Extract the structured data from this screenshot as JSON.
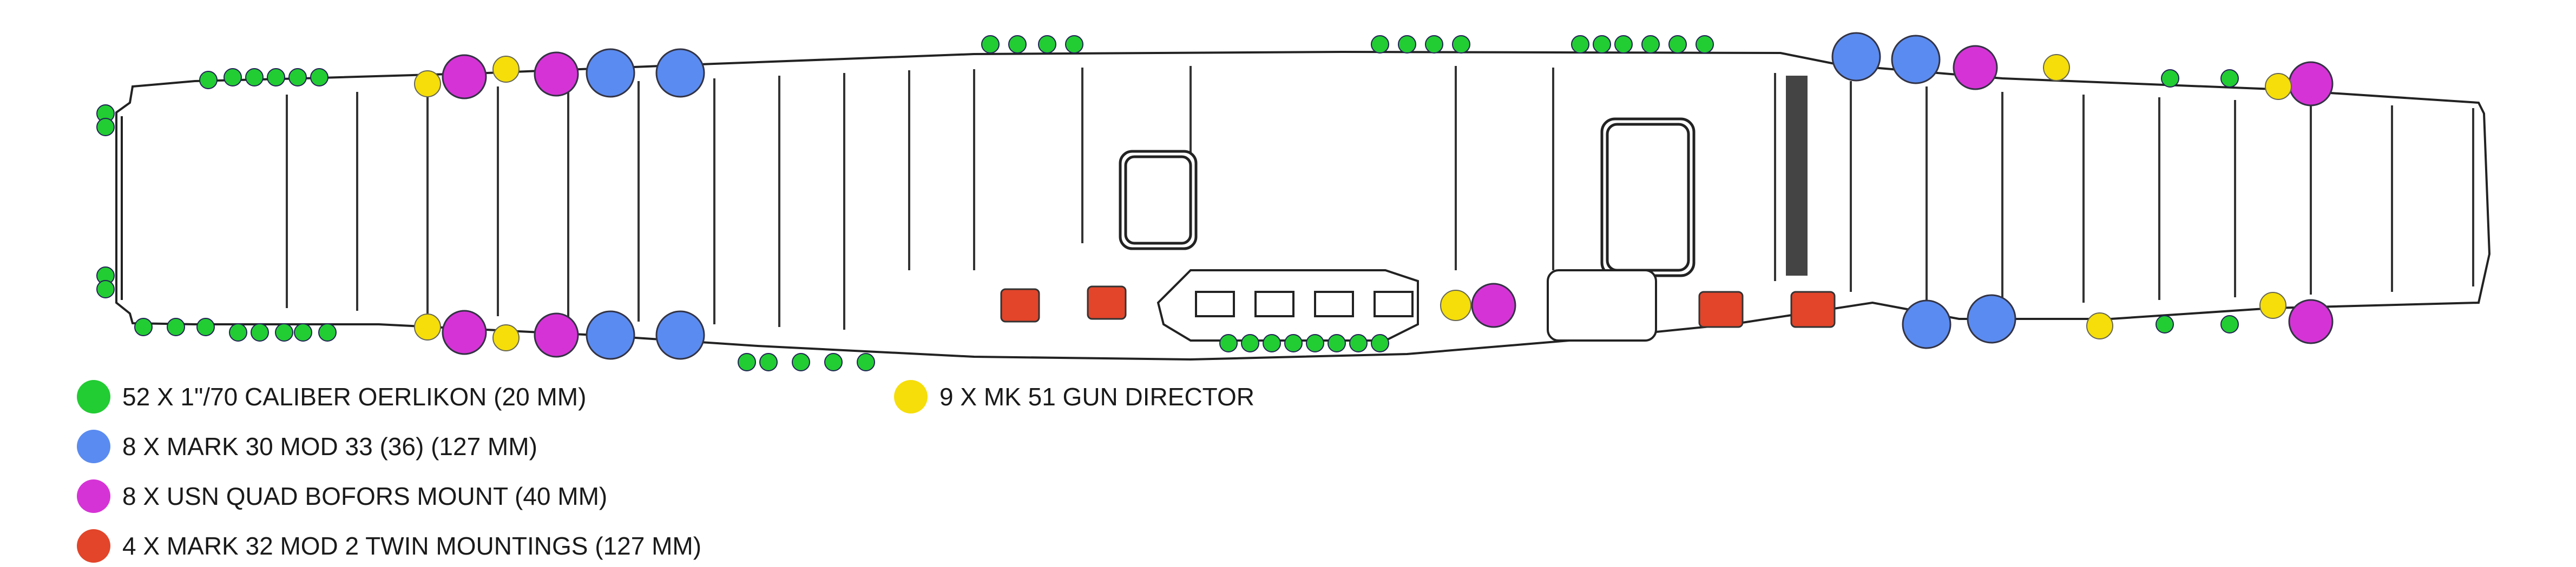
{
  "legend": {
    "oerlikon": {
      "label": "52 X  1\"/70 CALIBER OERLIKON (20 MM)",
      "color": "#22cc33"
    },
    "mark30": {
      "label": "8 X MARK 30 MOD 33 (36) (127 MM)",
      "color": "#5a8bf0"
    },
    "bofors": {
      "label": "8 X USN QUAD BOFORS MOUNT (40 MM)",
      "color": "#d633d6"
    },
    "mark32": {
      "label": "4 X MARK 32 MOD 2 TWIN MOUNTINGS  (127 MM)",
      "color": "#e2452a"
    },
    "director": {
      "label": "9 X MK 51 GUN DIRECTOR",
      "color": "#f5de0a"
    }
  }
}
